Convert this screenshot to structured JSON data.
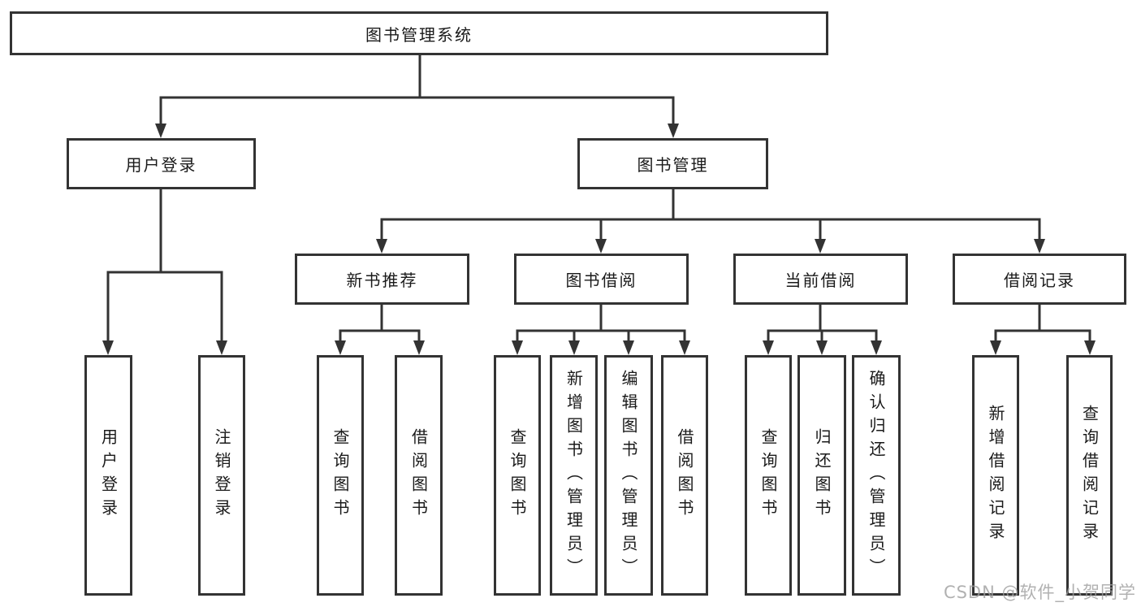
{
  "diagram": {
    "root": "图书管理系统",
    "branches": {
      "user_login": "用户登录",
      "book_mgmt": "图书管理"
    },
    "modules": {
      "new_book_recommend": "新书推荐",
      "book_borrow": "图书借阅",
      "current_borrow": "当前借阅",
      "borrow_records": "借阅记录"
    },
    "leaves": {
      "user_login": [
        "用户登录",
        "注销登录"
      ],
      "new_book_recommend": [
        "查询图书",
        "借阅图书"
      ],
      "book_borrow": [
        "查询图书",
        "新增图书（管理员）",
        "编辑图书（管理员）",
        "借阅图书"
      ],
      "current_borrow": [
        "查询图书",
        "归还图书",
        "确认归还（管理员）"
      ],
      "borrow_records": [
        "新增借阅记录",
        "查询借阅记录"
      ]
    }
  },
  "watermark": "CSDN @软件_小贺同学",
  "colors": {
    "line": "#333333",
    "border": "#333333",
    "text": "#1a1a1a",
    "watermark": "#9e9e9e",
    "background": "#ffffff"
  }
}
